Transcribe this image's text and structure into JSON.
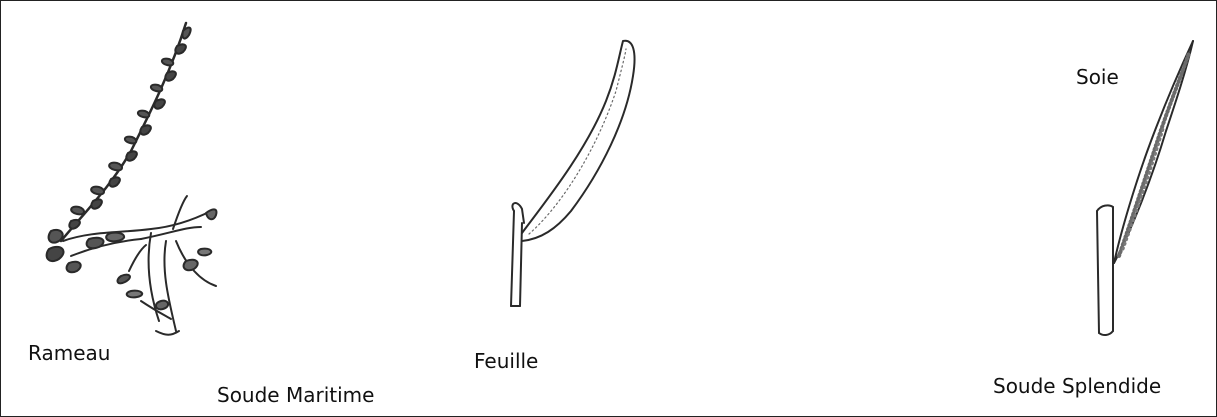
{
  "labels": {
    "rameau": "Rameau",
    "soude_maritime": "Soude Maritime",
    "feuille": "Feuille",
    "soie": "Soie",
    "soude_splendide": "Soude Splendide"
  },
  "colors": {
    "ink": "#2a2a2a",
    "stipple": "#6a6a6a",
    "border": "#222222"
  }
}
